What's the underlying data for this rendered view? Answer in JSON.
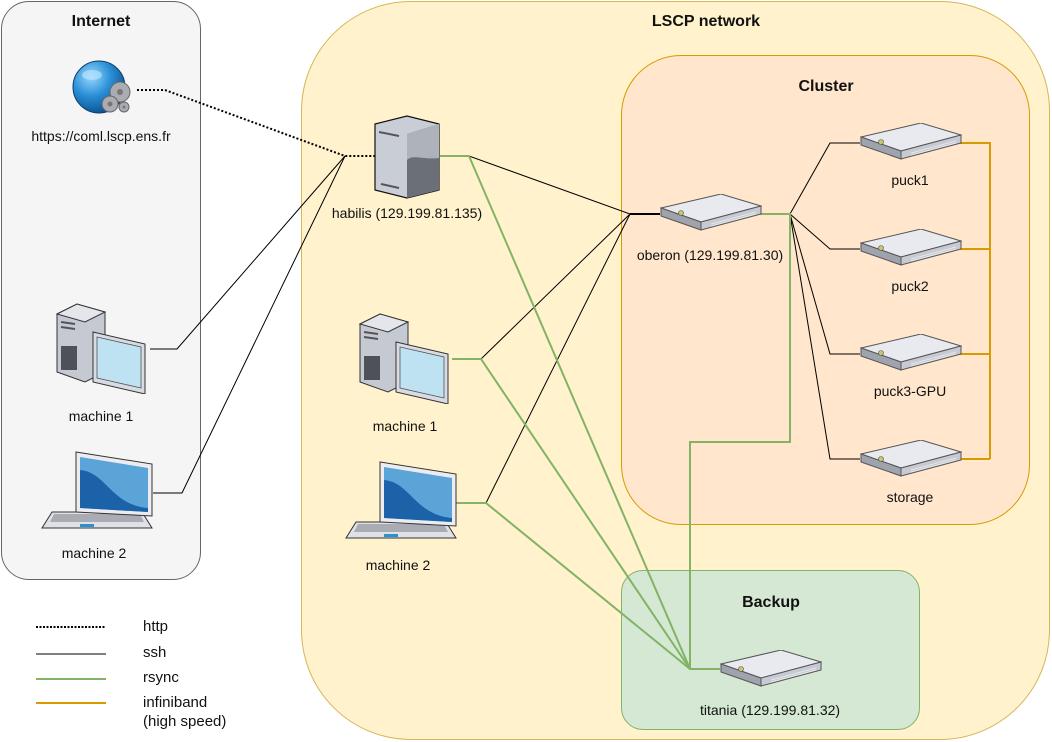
{
  "zones": {
    "internet": "Internet",
    "lscp": "LSCP network",
    "cluster": "Cluster",
    "backup": "Backup"
  },
  "nodes": {
    "website": {
      "label": "https://coml.lscp.ens.fr",
      "icon": "globe-gears-icon"
    },
    "ext_machine1": {
      "label": "machine 1",
      "icon": "desktop-computer-icon"
    },
    "ext_machine2": {
      "label": "machine 2",
      "icon": "laptop-icon"
    },
    "habilis": {
      "label": "habilis (129.199.81.135)",
      "icon": "tower-server-icon"
    },
    "int_machine1": {
      "label": "machine 1",
      "icon": "desktop-computer-icon"
    },
    "int_machine2": {
      "label": "machine 2",
      "icon": "laptop-icon"
    },
    "oberon": {
      "label": "oberon (129.199.81.30)",
      "icon": "rack-server-icon"
    },
    "puck1": {
      "label": "puck1",
      "icon": "rack-server-icon"
    },
    "puck2": {
      "label": "puck2",
      "icon": "rack-server-icon"
    },
    "puck3": {
      "label": "puck3-GPU",
      "icon": "rack-server-icon"
    },
    "storage": {
      "label": "storage",
      "icon": "rack-server-icon"
    },
    "titania": {
      "label": "titania (129.199.81.32)",
      "icon": "rack-server-icon"
    }
  },
  "legend": [
    {
      "label": "http",
      "style": "dotted",
      "color": "#000000"
    },
    {
      "label": "ssh",
      "style": "solid",
      "color": "#000000"
    },
    {
      "label": "rsync",
      "style": "solid",
      "color": "#82b366"
    },
    {
      "label": "infiniband",
      "label2": "(high speed)",
      "style": "solid",
      "color": "#d79b00"
    }
  ],
  "connections": [
    {
      "from": "website",
      "to": "habilis",
      "type": "http"
    },
    {
      "from": "ext_machine1",
      "to": "habilis",
      "type": "ssh"
    },
    {
      "from": "ext_machine2",
      "to": "habilis",
      "type": "ssh"
    },
    {
      "from": "habilis",
      "to": "oberon",
      "type": "ssh"
    },
    {
      "from": "int_machine1",
      "to": "oberon",
      "type": "ssh"
    },
    {
      "from": "int_machine2",
      "to": "oberon",
      "type": "ssh"
    },
    {
      "from": "oberon",
      "to": "puck1",
      "type": "ssh"
    },
    {
      "from": "oberon",
      "to": "puck2",
      "type": "ssh"
    },
    {
      "from": "oberon",
      "to": "puck3",
      "type": "ssh"
    },
    {
      "from": "oberon",
      "to": "storage",
      "type": "ssh"
    },
    {
      "from": "habilis",
      "to": "titania",
      "type": "rsync"
    },
    {
      "from": "int_machine1",
      "to": "titania",
      "type": "rsync"
    },
    {
      "from": "int_machine2",
      "to": "titania",
      "type": "rsync"
    },
    {
      "from": "oberon",
      "to": "titania",
      "type": "rsync"
    },
    {
      "from": "puck1",
      "to": "storage",
      "type": "infiniband"
    },
    {
      "from": "puck2",
      "to": "storage",
      "type": "infiniband"
    },
    {
      "from": "puck3",
      "to": "storage",
      "type": "infiniband"
    }
  ],
  "colors": {
    "ssh": "#000000",
    "rsync": "#82b366",
    "infiniband": "#d79b00",
    "http": "#000000"
  }
}
